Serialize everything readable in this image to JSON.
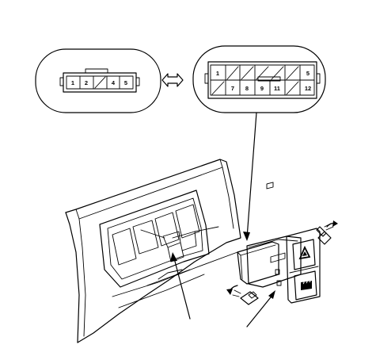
{
  "connector_5p": {
    "pins": [
      "1",
      "2",
      "4",
      "5"
    ]
  },
  "connector_12p": {
    "pins": [
      "1",
      "5",
      "7",
      "8",
      "9",
      "11",
      "12"
    ]
  },
  "icons": {
    "connector_link": "double-arrow-icon",
    "hazard_switch": "warning-triangle-icon",
    "rear_defogger_switch": "rear-defogger-icon",
    "screws": "screw-icon"
  }
}
